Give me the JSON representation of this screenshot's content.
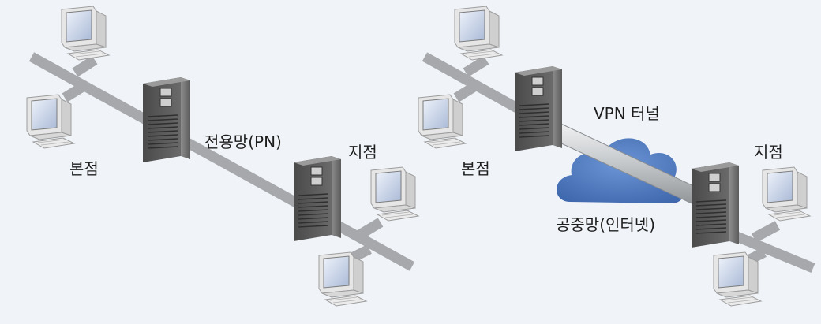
{
  "diagram": {
    "left": {
      "hq_label": "본점",
      "link_label": "전용망(PN)",
      "branch_label": "지점"
    },
    "right": {
      "hq_label": "본점",
      "tunnel_label": "VPN 터널",
      "public_net_label": "공중망(인터넷)",
      "branch_label": "지점"
    }
  },
  "colors": {
    "background": "#f0f4f9",
    "network_line": "#a6a8ab",
    "cloud": "#4f79bf",
    "server": "#5a5a5a",
    "tunnel": "#c9ccd0"
  },
  "icons": {
    "server": "server-icon",
    "computer": "desktop-computer-icon",
    "cloud": "cloud-icon"
  }
}
